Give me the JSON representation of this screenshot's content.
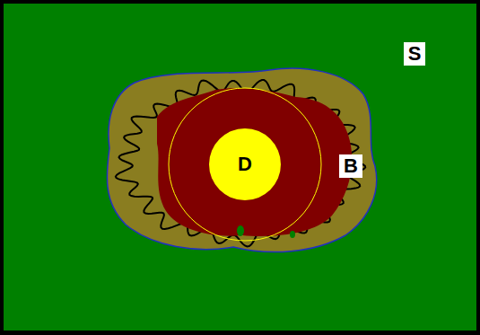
{
  "diagram": {
    "nodes": [
      {
        "text": [
          "S"
        ]
      },
      {
        "text": [
          "D"
        ]
      },
      {
        "text": [
          "B"
        ]
      }
    ]
  }
}
